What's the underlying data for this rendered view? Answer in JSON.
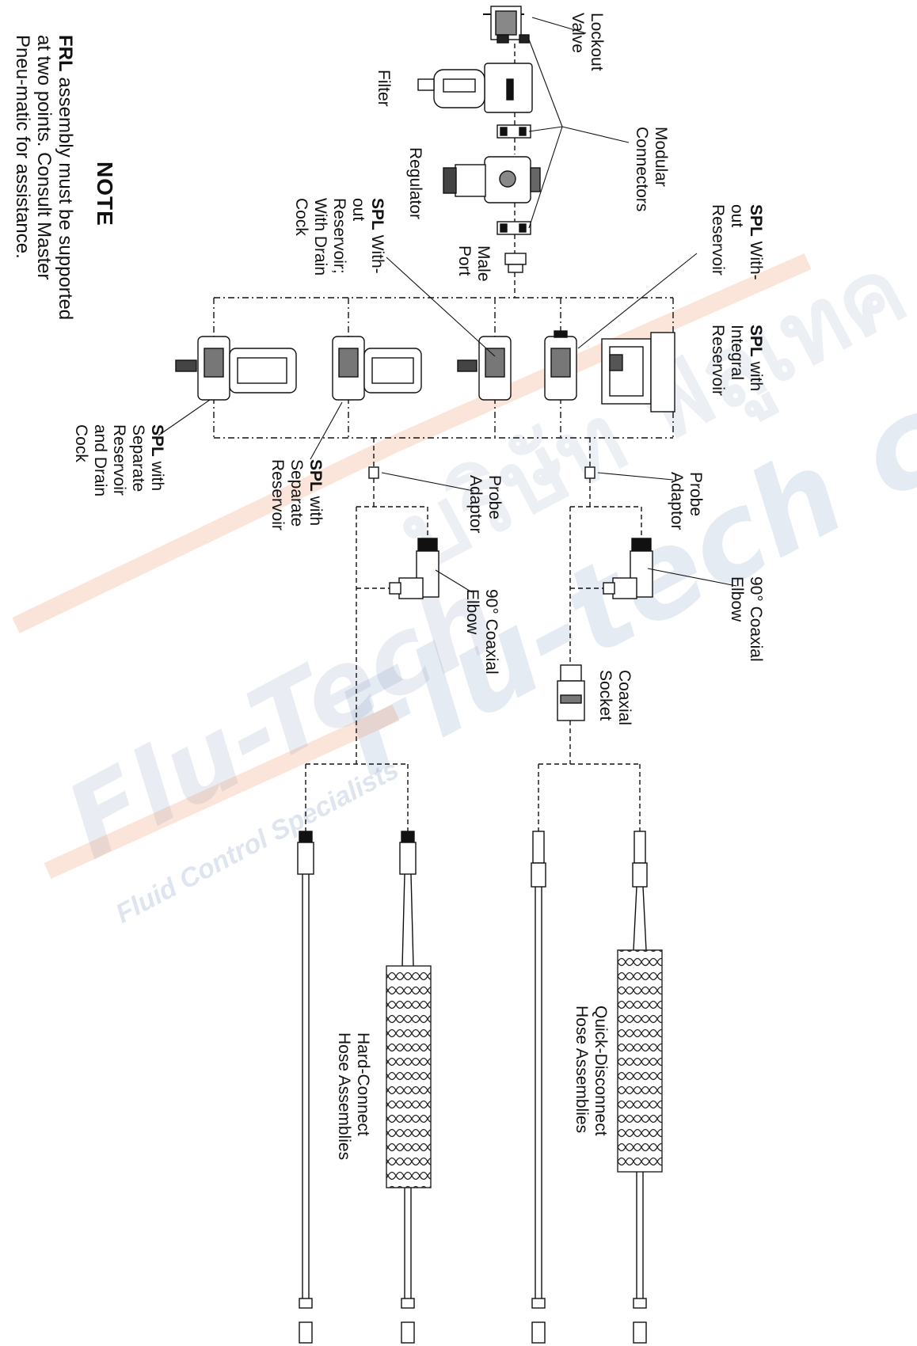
{
  "labels": {
    "lockout_valve": [
      "Lockout",
      "Valve"
    ],
    "filter": "Filter",
    "modular_connectors": [
      "Modular",
      "Connectors"
    ],
    "regulator": "Regulator",
    "male_port": [
      "Male",
      "Port"
    ],
    "spl_without_reservoir": {
      "bold": "SPL",
      "rest": " With-",
      "lines": [
        "out",
        "Reservoir"
      ]
    },
    "spl_integral": {
      "bold": "SPL",
      "rest": " with",
      "lines": [
        "Integral",
        "Reservoir"
      ]
    },
    "spl_without_drain": {
      "bold": "SPL",
      "rest": " With-",
      "lines": [
        "out",
        "Reservoir;",
        "With Drain",
        "Cock"
      ]
    },
    "spl_separate_drain": {
      "bold": "SPL",
      "rest": " with",
      "lines": [
        "Separate",
        "Reservoir",
        "and Drain",
        "Cock"
      ]
    },
    "spl_separate": {
      "bold": "SPL",
      "rest": " with",
      "lines": [
        "Separate",
        "Reservoir"
      ]
    },
    "probe_adaptor_right": [
      "Probe",
      "Adaptor"
    ],
    "probe_adaptor_left": [
      "Probe",
      "Adaptor"
    ],
    "elbow_right": [
      "90° Coaxial",
      "Elbow"
    ],
    "elbow_left": [
      "90° Coaxial",
      "Elbow"
    ],
    "coaxial_socket": [
      "Coaxial",
      "Socket"
    ],
    "quick_disconnect": [
      "Quick-Disconnect",
      "Hose Assemblies"
    ],
    "hard_connect": [
      "Hard-Connect",
      "Hose Assemblies"
    ]
  },
  "note": {
    "title": "NOTE",
    "bold": "FRL",
    "text": " assembly must be supported at two points. Consult Master Pneu-matic for assistance."
  },
  "watermark": {
    "thai": "บริษัท ฟลูเทค จำกัด",
    "brand": "Flu-tech co.,ltd",
    "logo": "Flu-Tech",
    "tagline": "Fluid Control Specialists"
  }
}
